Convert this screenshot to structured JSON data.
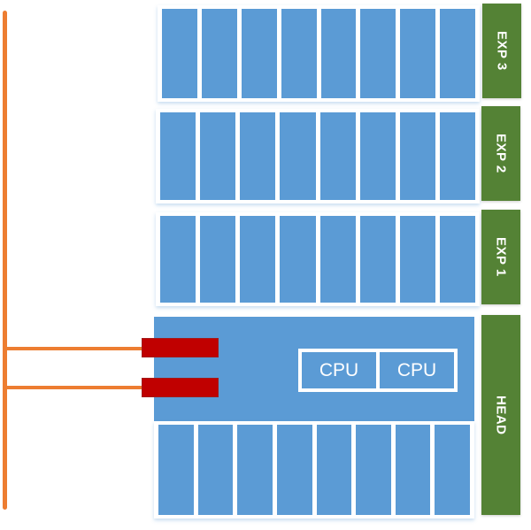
{
  "colors": {
    "bus": "#ED7D31",
    "bay": "#5B9BD5",
    "label": "#548235",
    "nic": "#C00000"
  },
  "units": [
    {
      "id": "exp3",
      "label": "EXP 3",
      "bays": 8
    },
    {
      "id": "exp2",
      "label": "EXP 2",
      "bays": 8
    },
    {
      "id": "exp1",
      "label": "EXP 1",
      "bays": 8
    },
    {
      "id": "head",
      "label": "HEAD",
      "bays": 8
    }
  ],
  "head": {
    "cpus": [
      "CPU",
      "CPU"
    ],
    "nics": 2
  }
}
